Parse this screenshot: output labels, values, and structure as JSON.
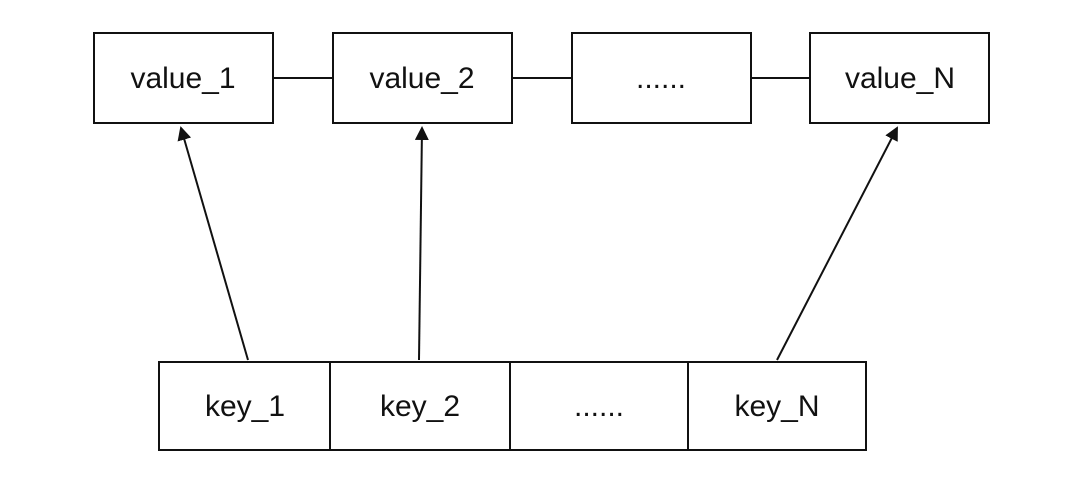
{
  "diagram": {
    "values": [
      {
        "label": "value_1"
      },
      {
        "label": "value_2"
      },
      {
        "label": "......"
      },
      {
        "label": "value_N"
      }
    ],
    "keys": [
      {
        "label": "key_1"
      },
      {
        "label": "key_2"
      },
      {
        "label": "......"
      },
      {
        "label": "key_N"
      }
    ],
    "colors": {
      "stroke": "#111111",
      "text": "#111111",
      "background": "#ffffff"
    }
  }
}
